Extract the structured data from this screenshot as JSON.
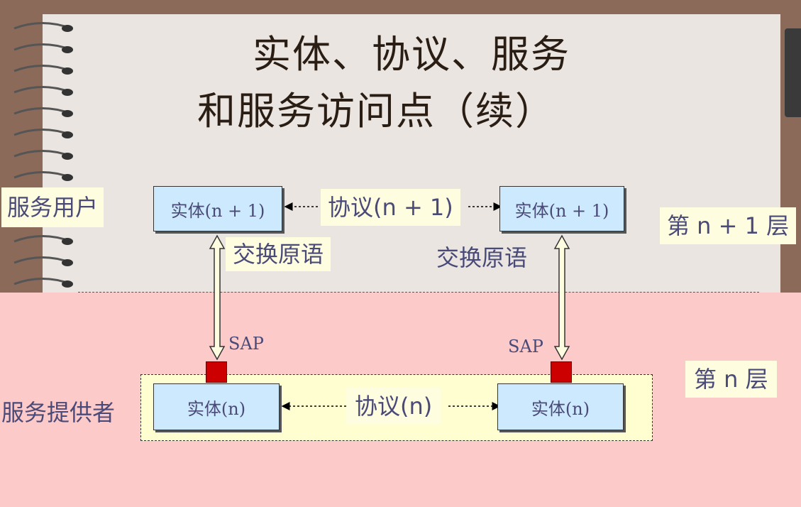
{
  "title": {
    "line1": "实体、协议、服务",
    "line2": "和服务访问点（续）"
  },
  "upper": {
    "user_label": "服务用户",
    "entity_left": "实体(n + 1)",
    "entity_right": "实体(n + 1)",
    "protocol": "协议(n + 1)",
    "primitive_left": "交换原语",
    "primitive_right": "交换原语",
    "layer_label": "第 n + 1 层"
  },
  "lower": {
    "provider_label": "服务提供者",
    "entity_left": "实体(n)",
    "entity_right": "实体(n)",
    "protocol": "协议(n)",
    "sap_left": "SAP",
    "sap_right": "SAP",
    "layer_label": "第 n 层"
  },
  "colors": {
    "text": "#4a4a78",
    "entity_fill": "#cde9fd",
    "sap_fill": "#cc0000",
    "lower_background": "#fdcaca",
    "label_background": "#fefde0"
  }
}
